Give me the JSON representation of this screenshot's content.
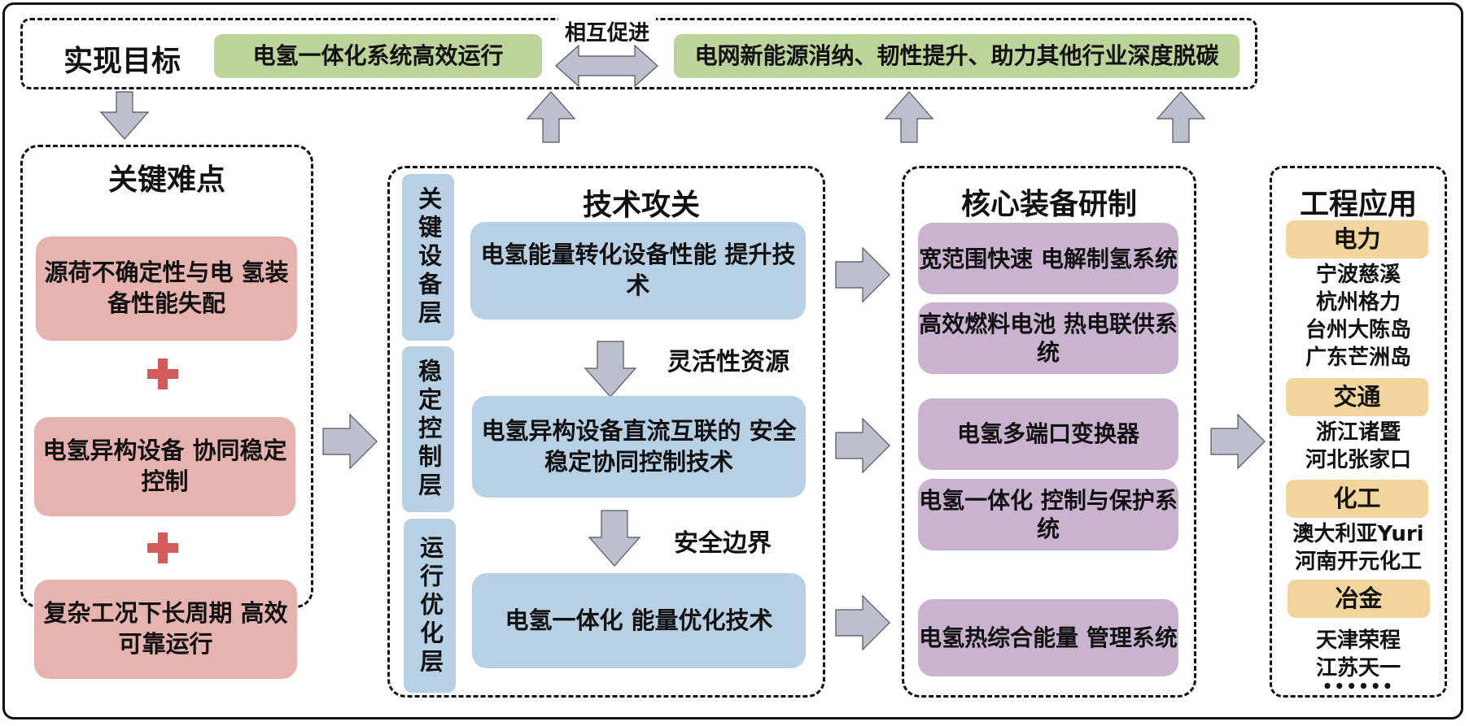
{
  "goal": {
    "label": "实现目标",
    "left_box": "电氢一体化系统高效运行",
    "right_box": "电网新能源消纳、韧性提升、助力其他行业深度脱碳",
    "mutual_label": "相互促进"
  },
  "difficulties": {
    "title": "关键难点",
    "items": [
      "源荷不确定性与电\n氢装备性能失配",
      "电氢异构设备\n协同稳定控制",
      "复杂工况下长周期\n高效可靠运行"
    ]
  },
  "tech": {
    "title": "技术攻关",
    "layers": [
      "关键设备层",
      "稳定控制层",
      "运行优化层"
    ],
    "items": [
      "电氢能量转化设备性能\n提升技术",
      "电氢异构设备直流互联的\n安全稳定协同控制技术",
      "电氢一体化\n能量优化技术"
    ],
    "link_labels": [
      "灵活性资源",
      "安全边界"
    ]
  },
  "equipment": {
    "title": "核心装备研制",
    "items": [
      "宽范围快速\n电解制氢系统",
      "高效燃料电池\n热电联供系统",
      "电氢多端口变换器",
      "电氢一体化\n控制与保护系统",
      "电氢热综合能量\n管理系统"
    ]
  },
  "application": {
    "title": "工程应用",
    "sectors": [
      {
        "name": "电力",
        "cases": "宁波慈溪\n杭州格力\n台州大陈岛\n广东芒洲岛"
      },
      {
        "name": "交通",
        "cases": "浙江诸暨\n河北张家口"
      },
      {
        "name": "化工",
        "cases": "澳大利亚Yuri\n河南开元化工"
      },
      {
        "name": "冶金",
        "cases": "天津荣程\n江苏天一"
      }
    ],
    "more": "••••••"
  },
  "colors": {
    "goal_box": "#bcd39a",
    "difficulty_box": "#e6b3af",
    "tech_box": "#b8d0e4",
    "equipment_box": "#cab3d1",
    "sector_box": "#f2d59c",
    "plus": "#d35c5a",
    "arrow": "#bcc0ce"
  }
}
